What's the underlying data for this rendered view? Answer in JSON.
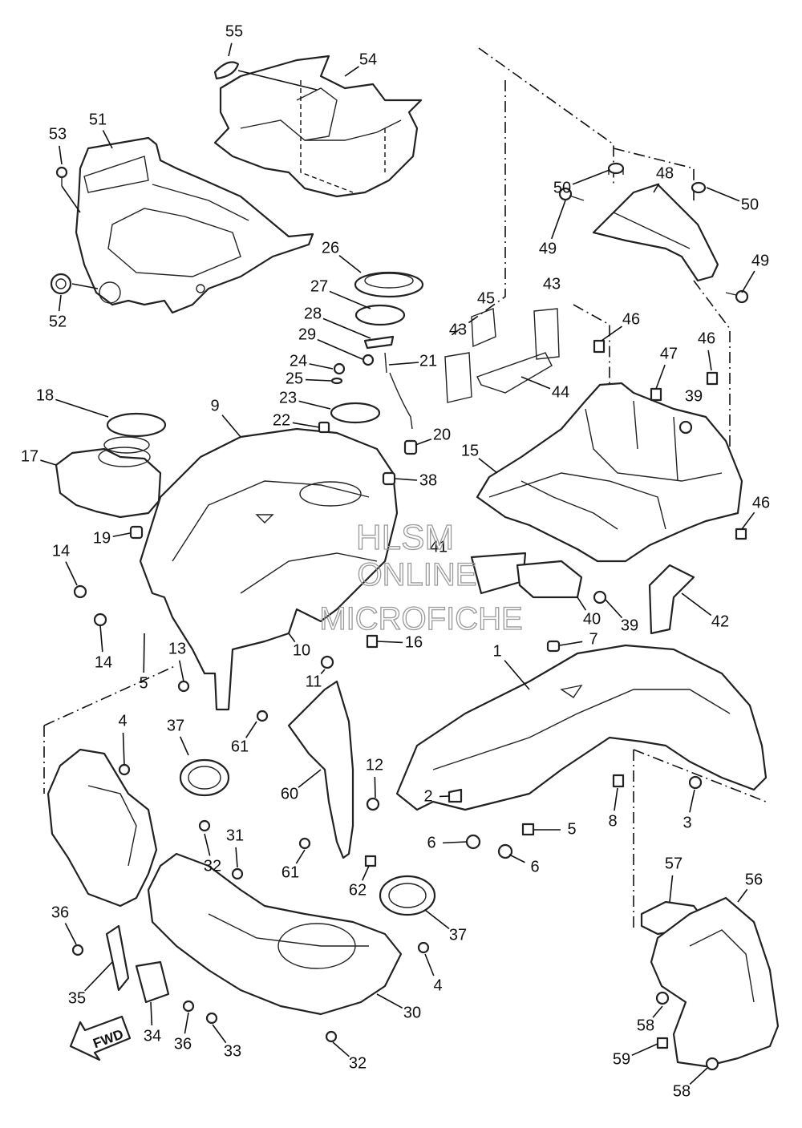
{
  "watermark": {
    "line1": "HLSM",
    "line2": "ONLINE",
    "line3": "MICROFICHE"
  },
  "direction_arrow": "FWD",
  "callouts": [
    "55",
    "54",
    "53",
    "51",
    "52",
    "26",
    "27",
    "28",
    "29",
    "21",
    "45",
    "43",
    "43",
    "44",
    "50",
    "48",
    "50",
    "49",
    "49",
    "46",
    "47",
    "46",
    "39",
    "24",
    "25",
    "23",
    "22",
    "20",
    "18",
    "17",
    "19",
    "9",
    "15",
    "38",
    "46",
    "14",
    "14",
    "5",
    "13",
    "10",
    "11",
    "16",
    "41",
    "40",
    "39",
    "42",
    "7",
    "1",
    "4",
    "37",
    "61",
    "60",
    "12",
    "2",
    "8",
    "3",
    "6",
    "6",
    "5",
    "32",
    "31",
    "36",
    "35",
    "34",
    "36",
    "33",
    "32",
    "30",
    "37",
    "4",
    "61",
    "62",
    "57",
    "56",
    "58",
    "59",
    "58"
  ]
}
